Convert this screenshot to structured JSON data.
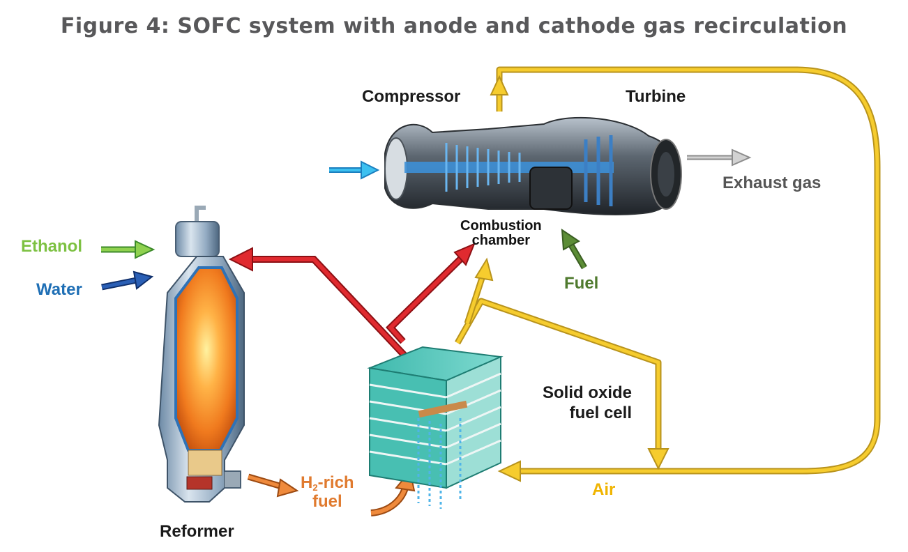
{
  "title": "Figure 4: SOFC system with anode and cathode gas recirculation",
  "labels": {
    "compressor": "Compressor",
    "turbine": "Turbine",
    "exhaust_gas": "Exhaust gas",
    "combustion_chamber_line1": "Combustion",
    "combustion_chamber_line2": "chamber",
    "fuel": "Fuel",
    "ethanol": "Ethanol",
    "water": "Water",
    "reformer": "Reformer",
    "h2_prefix": "H",
    "h2_sub": "2",
    "h2_suffix": "-rich",
    "h2_line2": "fuel",
    "sofc_line1": "Solid oxide",
    "sofc_line2": "fuel cell",
    "air": "Air"
  },
  "colors": {
    "title": "#58585a",
    "ethanol": "#7dc142",
    "water": "#1f6fb5",
    "fuel": "#4f7a2e",
    "h2_fuel": "#e07a2e",
    "air": "#f0b400",
    "air_line": "#c9a227",
    "recirculation": "#d42027",
    "intake": "#2aa6e0",
    "exhaust": "#9a9a9a"
  }
}
